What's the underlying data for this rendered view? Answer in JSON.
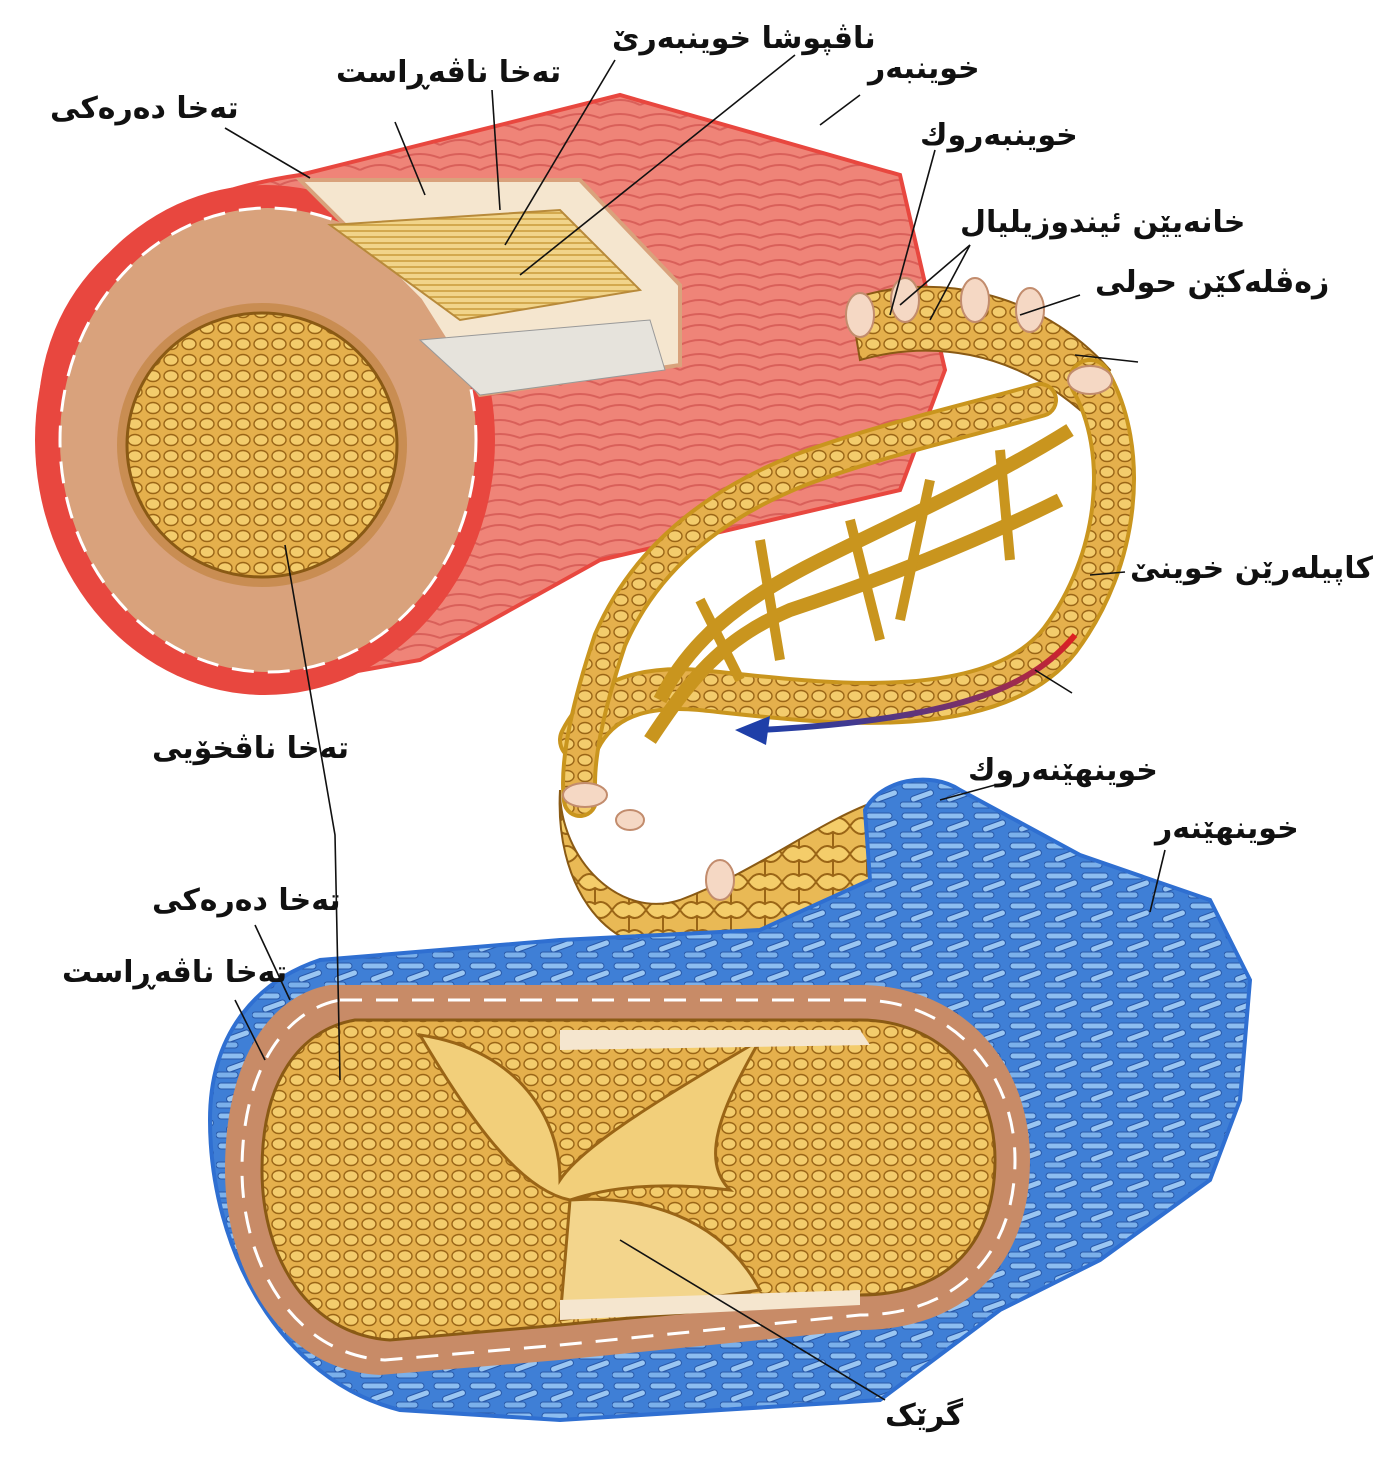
{
  "labels": {
    "artery_outer_layer": "تەخا دەرەکی",
    "artery_middle_layer": "تەخا ناڤەڕاست",
    "artery_inner_lining": "ناڤپوشا خوینبەرێ",
    "artery": "خوینبەر",
    "arteriole": "خوینبەروك",
    "endothelial_cells": "خانەیێن ئیندوزیلیال",
    "smooth_muscle": "زەڤلەکێن حولی",
    "capillaries": "کاپیلەرێن خوینێ",
    "inner_layer": "تەخا ناڤخۆیی",
    "venule": "خوینهێنەروك",
    "vein": "خوینهێنەر",
    "vein_outer_layer": "تەخا دەرەکی",
    "vein_middle_layer": "تەخا ناڤەڕاست",
    "valve": "گرێک"
  },
  "colors": {
    "artery_red": "#e8473f",
    "artery_pink": "#f08a80",
    "middle_tan": "#d9a27c",
    "inner_gold": "#e8b84f",
    "cell_line": "#8a5a14",
    "vein_blue": "#2f6fd1",
    "vein_light": "#7fb1ec",
    "flow_arrow_start": "#e02020",
    "flow_arrow_end": "#1f3fa8"
  }
}
